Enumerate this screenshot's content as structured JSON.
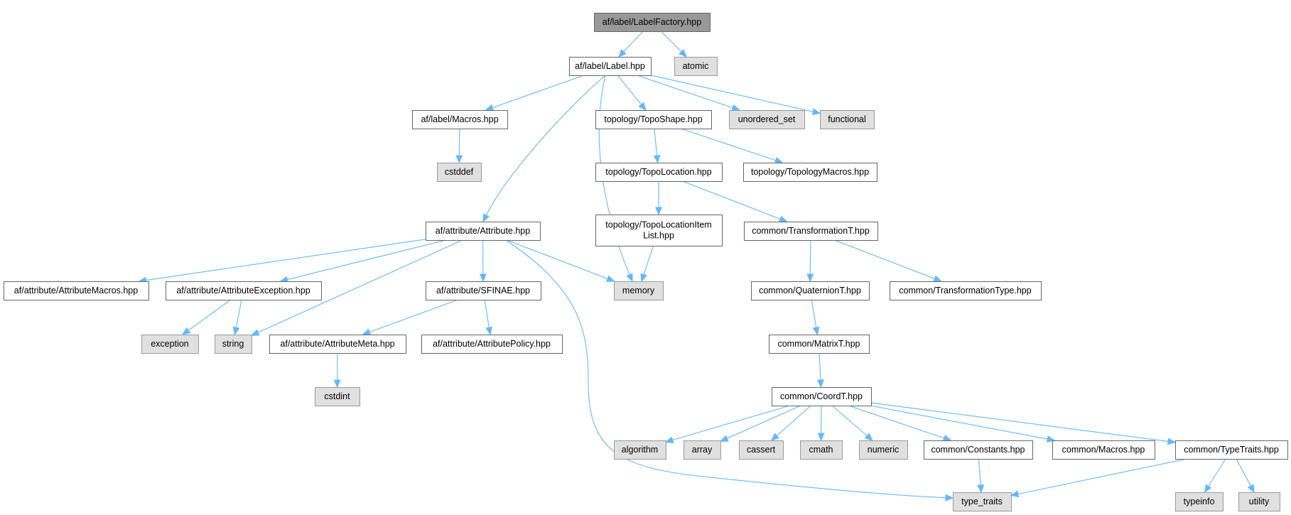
{
  "colors": {
    "edge": "#63b8ff",
    "root_fill": "#999999",
    "local_fill": "#ffffff",
    "system_fill": "#e0e0e0",
    "border": "#666666"
  },
  "nodes": [
    {
      "id": "labelfactory",
      "lines": [
        "af/label/LabelFactory.hpp"
      ],
      "kind": "root"
    },
    {
      "id": "label",
      "lines": [
        "af/label/Label.hpp"
      ],
      "kind": "local"
    },
    {
      "id": "atomic",
      "lines": [
        "atomic"
      ],
      "kind": "system"
    },
    {
      "id": "macros_label",
      "lines": [
        "af/label/Macros.hpp"
      ],
      "kind": "local"
    },
    {
      "id": "toposhape",
      "lines": [
        "topology/TopoShape.hpp"
      ],
      "kind": "local"
    },
    {
      "id": "unordered_set",
      "lines": [
        "unordered_set"
      ],
      "kind": "system"
    },
    {
      "id": "functional",
      "lines": [
        "functional"
      ],
      "kind": "system"
    },
    {
      "id": "cstddef",
      "lines": [
        "cstddef"
      ],
      "kind": "system"
    },
    {
      "id": "topolocation",
      "lines": [
        "topology/TopoLocation.hpp"
      ],
      "kind": "local"
    },
    {
      "id": "topologymacros",
      "lines": [
        "topology/TopologyMacros.hpp"
      ],
      "kind": "local"
    },
    {
      "id": "attribute",
      "lines": [
        "af/attribute/Attribute.hpp"
      ],
      "kind": "local"
    },
    {
      "id": "topolocationitemlist",
      "lines": [
        "topology/TopoLocationItem",
        "List.hpp"
      ],
      "kind": "local"
    },
    {
      "id": "transformationt",
      "lines": [
        "common/TransformationT.hpp"
      ],
      "kind": "local"
    },
    {
      "id": "attributemacros",
      "lines": [
        "af/attribute/AttributeMacros.hpp"
      ],
      "kind": "local"
    },
    {
      "id": "attributeexception",
      "lines": [
        "af/attribute/AttributeException.hpp"
      ],
      "kind": "local"
    },
    {
      "id": "sfinae",
      "lines": [
        "af/attribute/SFINAE.hpp"
      ],
      "kind": "local"
    },
    {
      "id": "memory",
      "lines": [
        "memory"
      ],
      "kind": "system"
    },
    {
      "id": "quaterniont",
      "lines": [
        "common/QuaternionT.hpp"
      ],
      "kind": "local"
    },
    {
      "id": "transformationtype",
      "lines": [
        "common/TransformationType.hpp"
      ],
      "kind": "local"
    },
    {
      "id": "exception",
      "lines": [
        "exception"
      ],
      "kind": "system"
    },
    {
      "id": "string",
      "lines": [
        "string"
      ],
      "kind": "system"
    },
    {
      "id": "attributemeta",
      "lines": [
        "af/attribute/AttributeMeta.hpp"
      ],
      "kind": "local"
    },
    {
      "id": "attributepolicy",
      "lines": [
        "af/attribute/AttributePolicy.hpp"
      ],
      "kind": "local"
    },
    {
      "id": "matrixt",
      "lines": [
        "common/MatrixT.hpp"
      ],
      "kind": "local"
    },
    {
      "id": "cstdint",
      "lines": [
        "cstdint"
      ],
      "kind": "system"
    },
    {
      "id": "coordt",
      "lines": [
        "common/CoordT.hpp"
      ],
      "kind": "local"
    },
    {
      "id": "algorithm",
      "lines": [
        "algorithm"
      ],
      "kind": "system"
    },
    {
      "id": "array",
      "lines": [
        "array"
      ],
      "kind": "system"
    },
    {
      "id": "cassert",
      "lines": [
        "cassert"
      ],
      "kind": "system"
    },
    {
      "id": "cmath",
      "lines": [
        "cmath"
      ],
      "kind": "system"
    },
    {
      "id": "numeric",
      "lines": [
        "numeric"
      ],
      "kind": "system"
    },
    {
      "id": "constants",
      "lines": [
        "common/Constants.hpp"
      ],
      "kind": "local"
    },
    {
      "id": "macros_common",
      "lines": [
        "common/Macros.hpp"
      ],
      "kind": "local"
    },
    {
      "id": "typetraits_hpp",
      "lines": [
        "common/TypeTraits.hpp"
      ],
      "kind": "local"
    },
    {
      "id": "type_traits",
      "lines": [
        "type_traits"
      ],
      "kind": "system"
    },
    {
      "id": "typeinfo",
      "lines": [
        "typeinfo"
      ],
      "kind": "system"
    },
    {
      "id": "utility",
      "lines": [
        "utility"
      ],
      "kind": "system"
    }
  ],
  "edges": [
    [
      "labelfactory",
      "label"
    ],
    [
      "labelfactory",
      "atomic"
    ],
    [
      "label",
      "macros_label"
    ],
    [
      "label",
      "attribute"
    ],
    [
      "label",
      "memory"
    ],
    [
      "label",
      "toposhape"
    ],
    [
      "label",
      "unordered_set"
    ],
    [
      "label",
      "functional"
    ],
    [
      "macros_label",
      "cstddef"
    ],
    [
      "toposhape",
      "topolocation"
    ],
    [
      "toposhape",
      "topologymacros"
    ],
    [
      "topolocation",
      "topolocationitemlist"
    ],
    [
      "topolocation",
      "transformationt"
    ],
    [
      "topolocationitemlist",
      "memory"
    ],
    [
      "attribute",
      "attributemacros"
    ],
    [
      "attribute",
      "attributeexception"
    ],
    [
      "attribute",
      "string"
    ],
    [
      "attribute",
      "sfinae"
    ],
    [
      "attribute",
      "memory"
    ],
    [
      "attribute",
      "type_traits"
    ],
    [
      "attributeexception",
      "exception"
    ],
    [
      "attributeexception",
      "string"
    ],
    [
      "sfinae",
      "attributemeta"
    ],
    [
      "sfinae",
      "attributepolicy"
    ],
    [
      "attributemeta",
      "cstdint"
    ],
    [
      "transformationt",
      "quaterniont"
    ],
    [
      "transformationt",
      "transformationtype"
    ],
    [
      "quaterniont",
      "matrixt"
    ],
    [
      "matrixt",
      "coordt"
    ],
    [
      "coordt",
      "algorithm"
    ],
    [
      "coordt",
      "array"
    ],
    [
      "coordt",
      "cassert"
    ],
    [
      "coordt",
      "cmath"
    ],
    [
      "coordt",
      "numeric"
    ],
    [
      "coordt",
      "constants"
    ],
    [
      "coordt",
      "macros_common"
    ],
    [
      "coordt",
      "typetraits_hpp"
    ],
    [
      "constants",
      "type_traits"
    ],
    [
      "typetraits_hpp",
      "type_traits"
    ],
    [
      "typetraits_hpp",
      "typeinfo"
    ],
    [
      "typetraits_hpp",
      "utility"
    ]
  ]
}
